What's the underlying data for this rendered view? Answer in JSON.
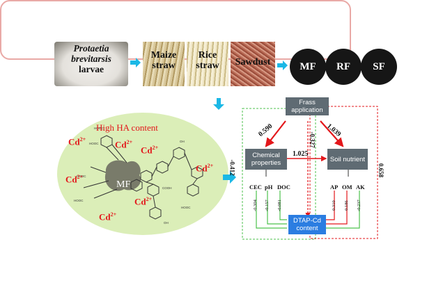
{
  "top_row": {
    "larvae_label_line1": "Protaetia",
    "larvae_label_line2": "brevitarsis",
    "larvae_label_line3": "larvae",
    "materials": [
      "Maize straw",
      "Rice straw",
      "Sawdust"
    ],
    "frass_types": [
      "MF",
      "RF",
      "SF"
    ]
  },
  "left_panel": {
    "title": "High HA content",
    "center_label": "MF",
    "ion_label": "Cd",
    "ion_charge": "2+",
    "cooh_label": "COOH",
    "oh_label": "OH",
    "hooc_label": "HOOC"
  },
  "path_diagram": {
    "frass_box": "Frass application",
    "chem_box": "Chemical properties",
    "soil_box": "Soil nutrient",
    "target_box": "DTAP-Cd content",
    "coef_frass_chem": "0.590",
    "coef_frass_soil": "1.039",
    "coef_frass_target": "-0.327",
    "coef_chem_soil": "1.025",
    "coef_left_total": "-0.412",
    "coef_right_total": "0.658",
    "chem_vars": [
      "CEC",
      "pH",
      "DOC"
    ],
    "soil_vars": [
      "AP",
      "OM",
      "AK"
    ],
    "chem_var_coefs": [
      "-0.304",
      "-0.157",
      "-0.081"
    ],
    "soil_var_coefs": [
      "0.310",
      "0.186",
      "-0.237"
    ]
  },
  "colors": {
    "panel_border": "#e9a9a6",
    "arrow_cyan": "#1bb8e6",
    "box_gray": "#5f6b73",
    "target_blue": "#2b7de1",
    "red": "#e3171b",
    "green": "#4cc24c",
    "ellipse_fill": "#dbeeb8"
  }
}
